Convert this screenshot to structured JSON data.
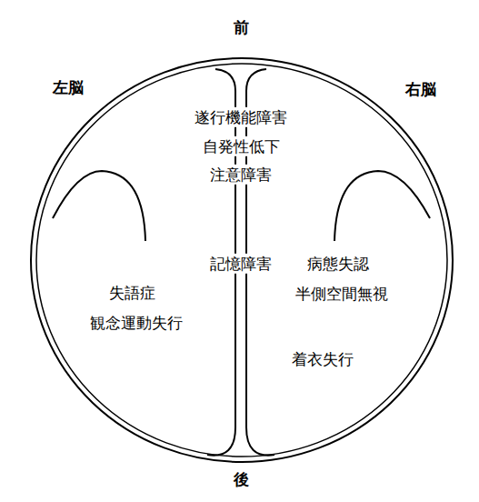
{
  "diagram": {
    "labels": [
      "前",
      "左脳",
      "右脳",
      "遂行機能障害",
      "自発性低下",
      "注意障害",
      "記憶障害",
      "病態失認",
      "半側空間無視",
      "失語症",
      "観念運動失行",
      "着衣失行",
      "後"
    ]
  }
}
